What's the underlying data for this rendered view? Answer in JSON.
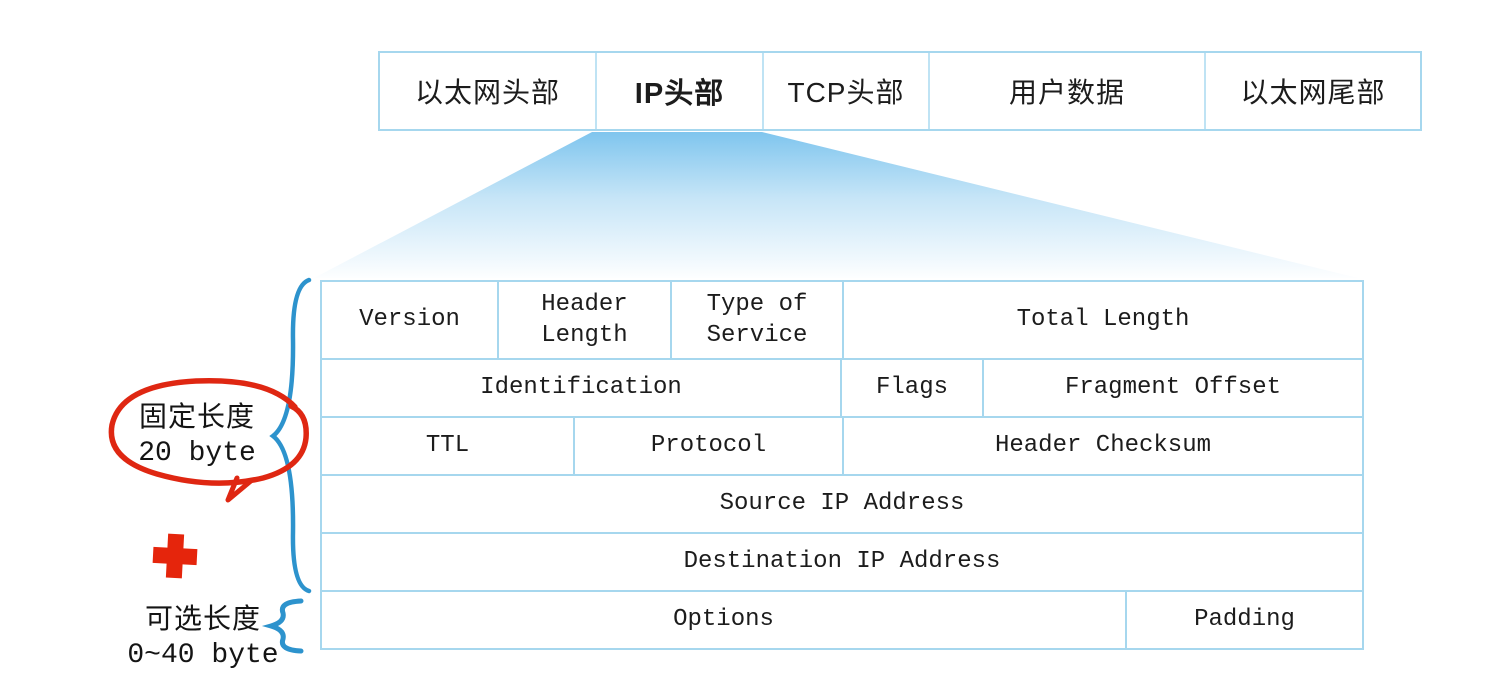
{
  "frame_row": {
    "cells": [
      {
        "label": "以太网头部"
      },
      {
        "label": "IP头部"
      },
      {
        "label": "TCP头部"
      },
      {
        "label": "用户数据"
      },
      {
        "label": "以太网尾部"
      }
    ]
  },
  "ip_header": {
    "rows": [
      {
        "cells": [
          {
            "label": "Version"
          },
          {
            "label": "Header Length"
          },
          {
            "label": "Type of Service"
          },
          {
            "label": "Total Length"
          }
        ]
      },
      {
        "cells": [
          {
            "label": "Identification"
          },
          {
            "label": "Flags"
          },
          {
            "label": "Fragment Offset"
          }
        ]
      },
      {
        "cells": [
          {
            "label": "TTL"
          },
          {
            "label": "Protocol"
          },
          {
            "label": "Header Checksum"
          }
        ]
      },
      {
        "cells": [
          {
            "label": "Source IP Address"
          }
        ]
      },
      {
        "cells": [
          {
            "label": "Destination IP Address"
          }
        ]
      },
      {
        "cells": [
          {
            "label": "Options"
          },
          {
            "label": "Padding"
          }
        ]
      }
    ]
  },
  "annotations": {
    "fixed_length": {
      "title": "固定长度",
      "size": "20 byte"
    },
    "optional_length": {
      "title": "可选长度",
      "size": "0~40 byte"
    }
  },
  "colors": {
    "table_border": "#a6d7ee",
    "brace_blue": "#2d93cd",
    "highlight_red": "#df2712",
    "funnel_top": "#86c9f0",
    "text": "#1c1c1c"
  }
}
